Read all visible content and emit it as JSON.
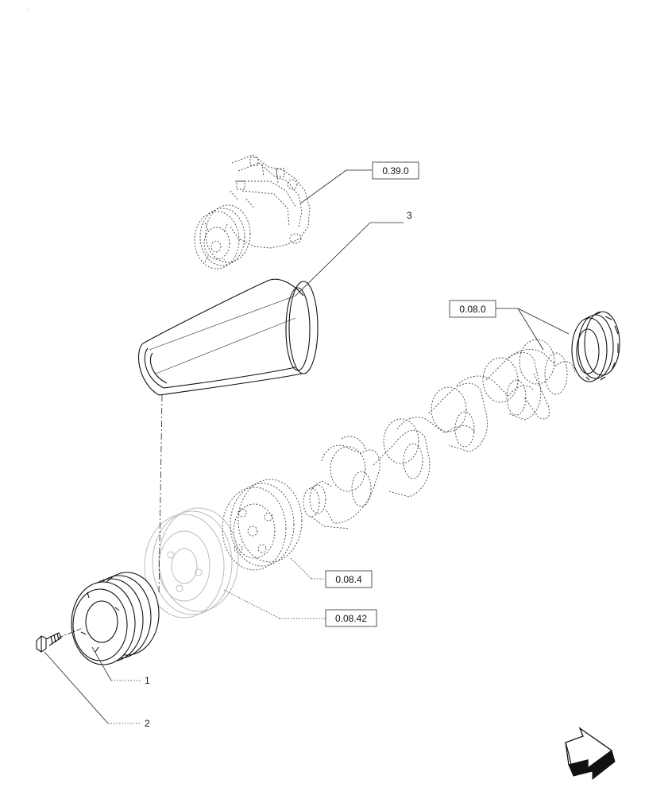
{
  "page_marker": "-",
  "references": {
    "compressor": "0.39.0",
    "crankshaft": "0.08.0",
    "damper": "0.08.4",
    "hub": "0.08.42"
  },
  "callouts": {
    "pulley": "1",
    "screw": "2",
    "belt": "3"
  },
  "icons": {
    "nav_arrow": "arrow-right-icon"
  }
}
